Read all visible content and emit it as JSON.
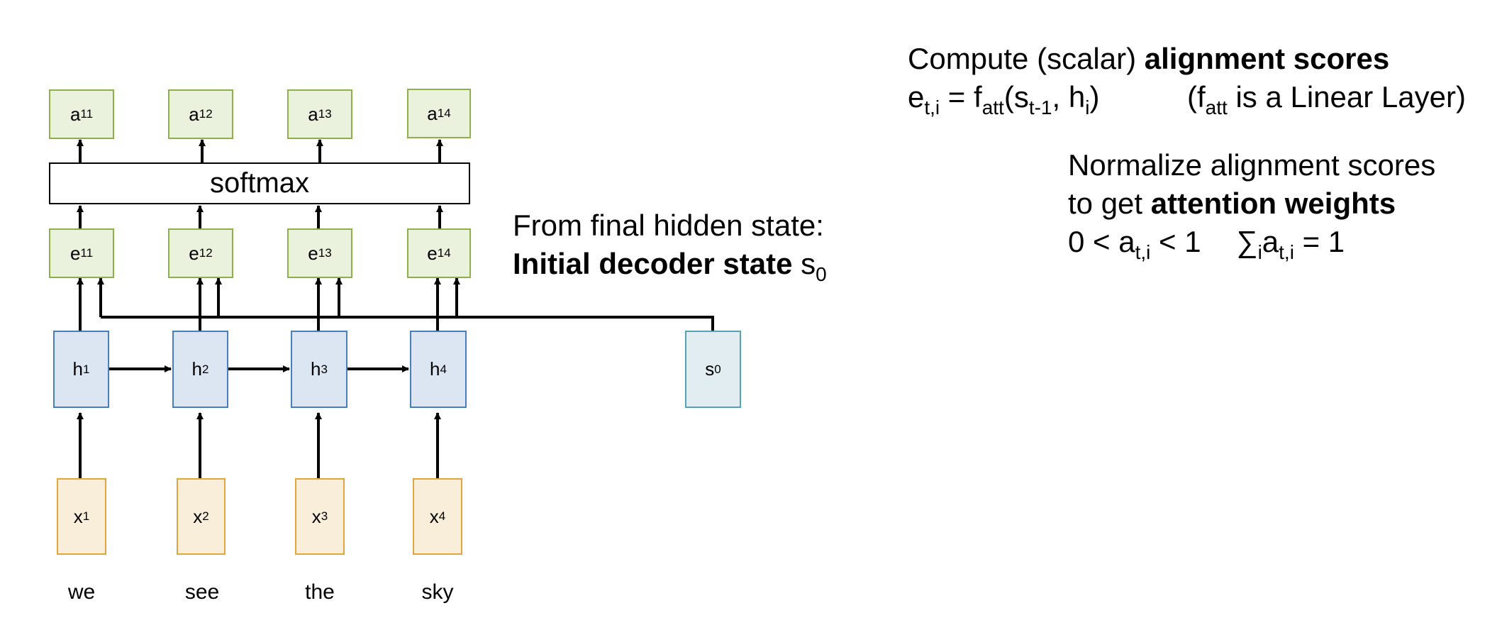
{
  "diagram": {
    "softmax_label": "softmax",
    "alignment_weights": [
      {
        "base": "a",
        "sub": "11"
      },
      {
        "base": "a",
        "sub": "12"
      },
      {
        "base": "a",
        "sub": "13"
      },
      {
        "base": "a",
        "sub": "14"
      }
    ],
    "alignment_scores": [
      {
        "base": "e",
        "sub": "11"
      },
      {
        "base": "e",
        "sub": "12"
      },
      {
        "base": "e",
        "sub": "13"
      },
      {
        "base": "e",
        "sub": "14"
      }
    ],
    "hidden_states": [
      {
        "base": "h",
        "sub": "1"
      },
      {
        "base": "h",
        "sub": "2"
      },
      {
        "base": "h",
        "sub": "3"
      },
      {
        "base": "h",
        "sub": "4"
      }
    ],
    "inputs": [
      {
        "base": "x",
        "sub": "1"
      },
      {
        "base": "x",
        "sub": "2"
      },
      {
        "base": "x",
        "sub": "3"
      },
      {
        "base": "x",
        "sub": "4"
      }
    ],
    "decoder_state": {
      "base": "s",
      "sub": "0"
    },
    "words": [
      "we",
      "see",
      "the",
      "sky"
    ],
    "colors": {
      "score_fill": "#eaf1dd",
      "score_border": "#8db04a",
      "hidden_fill": "#dce6f2",
      "hidden_border": "#4a7ebb",
      "decoder_fill": "#e1edf1",
      "decoder_border": "#56a3b3",
      "input_fill": "#f8eed9",
      "input_border": "#e3a63c"
    }
  },
  "notes": {
    "init": {
      "line1": "From final hidden state:",
      "line2_bold": "Initial decoder state",
      "line2_sym": "s",
      "line2_sub": "0"
    },
    "compute": {
      "text": "Compute (scalar) ",
      "bold": "alignment scores",
      "formula": {
        "e": "e",
        "e_sub": "t,i",
        "eq": " = f",
        "f_sub": "att",
        "open": "(s",
        "s_sub": "t-1",
        "mid": ", h",
        "h_sub": "i",
        "close": ")"
      },
      "aside": {
        "open": "(f",
        "sub": "att",
        "rest": " is a Linear Layer)"
      }
    },
    "normalize": {
      "line1": "Normalize alignment scores",
      "line2_text": "to get ",
      "line2_bold": "attention weights",
      "ineq": {
        "pre": "0 < a",
        "sub": "t,i",
        "post": " < 1"
      },
      "sum": {
        "sigma": "∑",
        "sub1": "i",
        "a": "a",
        "sub2": "t,i",
        "post": " = 1"
      }
    }
  }
}
